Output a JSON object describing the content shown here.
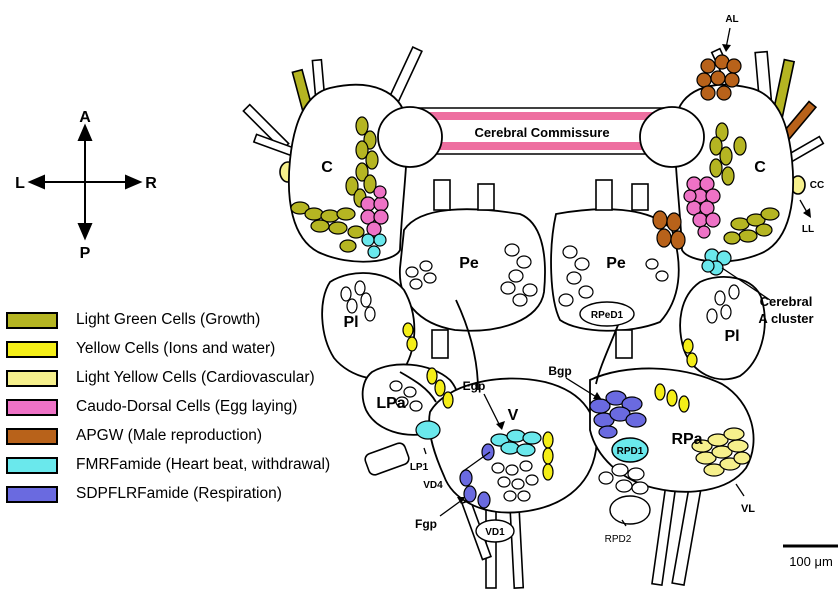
{
  "compass": {
    "anterior": "A",
    "posterior": "P",
    "left": "L",
    "right": "R"
  },
  "commissure_label": "Cerebral Commissure",
  "ganglia": {
    "cerebral_left": "C",
    "cerebral_right": "C",
    "pedal_left": "Pe",
    "pedal_right": "Pe",
    "pleural_left": "Pl",
    "pleural_right": "Pl",
    "left_parietal": "LPa",
    "right_parietal": "RPa",
    "visceral": "V"
  },
  "cell_labels": {
    "al": "AL",
    "cc": "CC",
    "ll": "LL",
    "cerebral_a_line1": "Cerebral",
    "cerebral_a_line2": "A cluster",
    "rped1": "RPeD1",
    "bgp": "Bgp",
    "egp": "Egp",
    "fgp": "Fgp",
    "lp1": "LP1",
    "vd4": "VD4",
    "vd1": "VD1",
    "rpd1": "RPD1",
    "rpd2": "RPD2",
    "vl": "VL"
  },
  "scale_bar": "100 μm",
  "legend": [
    {
      "label": "Light Green Cells (Growth)",
      "color": "#b5b522"
    },
    {
      "label": "Yellow Cells (Ions and water)",
      "color": "#f4ee18"
    },
    {
      "label": "Light Yellow Cells (Cardiovascular)",
      "color": "#f6f08c"
    },
    {
      "label": "Caudo-Dorsal Cells (Egg laying)",
      "color": "#ee72c6"
    },
    {
      "label": "APGW (Male reproduction)",
      "color": "#b8621a"
    },
    {
      "label": "FMRFamide (Heart beat, withdrawal)",
      "color": "#6ae8ec"
    },
    {
      "label": "SDPFLRFamide (Respiration)",
      "color": "#6a6ae0"
    }
  ]
}
